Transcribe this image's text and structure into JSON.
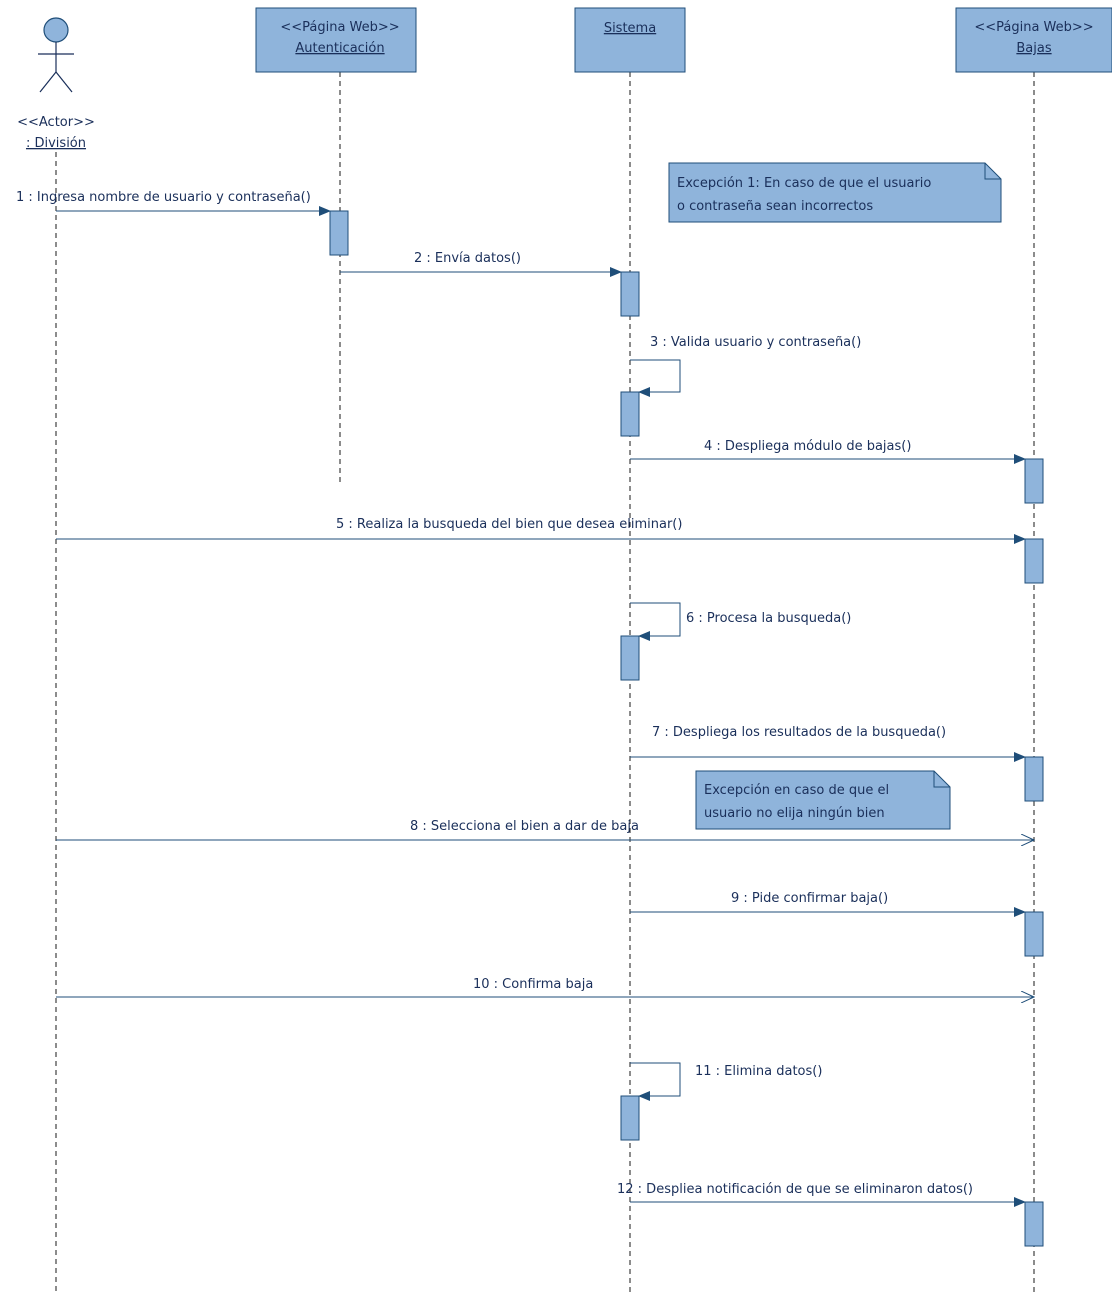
{
  "colors": {
    "line": "#1f4e79",
    "box_fill": "#8fb4db",
    "box_stroke": "#1f4e79",
    "text": "#1a2f5a",
    "lifeline": "#1a1a1a"
  },
  "actor": {
    "stereotype": "<<Actor>>",
    "name": ": División"
  },
  "participants": [
    {
      "stereotype": "<<Página Web>>",
      "name": "Autenticación"
    },
    {
      "stereotype": "",
      "name": "Sistema"
    },
    {
      "stereotype": "<<Página Web>>",
      "name": "Bajas"
    }
  ],
  "messages": [
    {
      "label": "1 : Ingresa nombre de usuario y contraseña()"
    },
    {
      "label": "2 : Envía datos()"
    },
    {
      "label": "3 : Valida usuario y contraseña()"
    },
    {
      "label": "4 : Despliega módulo de bajas()"
    },
    {
      "label": "5 : Realiza la busqueda del bien que desea eliminar()"
    },
    {
      "label": "6 : Procesa la busqueda()"
    },
    {
      "label": "7 : Despliega los resultados de la busqueda()"
    },
    {
      "label": "8 : Selecciona el bien a dar de baja"
    },
    {
      "label": "9 : Pide confirmar baja()"
    },
    {
      "label": "10 : Confirma baja"
    },
    {
      "label": "11 : Elimina datos()"
    },
    {
      "label": "12 : Despliea notificación de que se eliminaron datos()"
    }
  ],
  "notes": [
    {
      "lines": [
        "Excepción 1: En caso de que el usuario",
        "o contraseña sean incorrectos"
      ]
    },
    {
      "lines": [
        "Excepción en caso de que el",
        "usuario no elija ningún bien"
      ]
    }
  ]
}
